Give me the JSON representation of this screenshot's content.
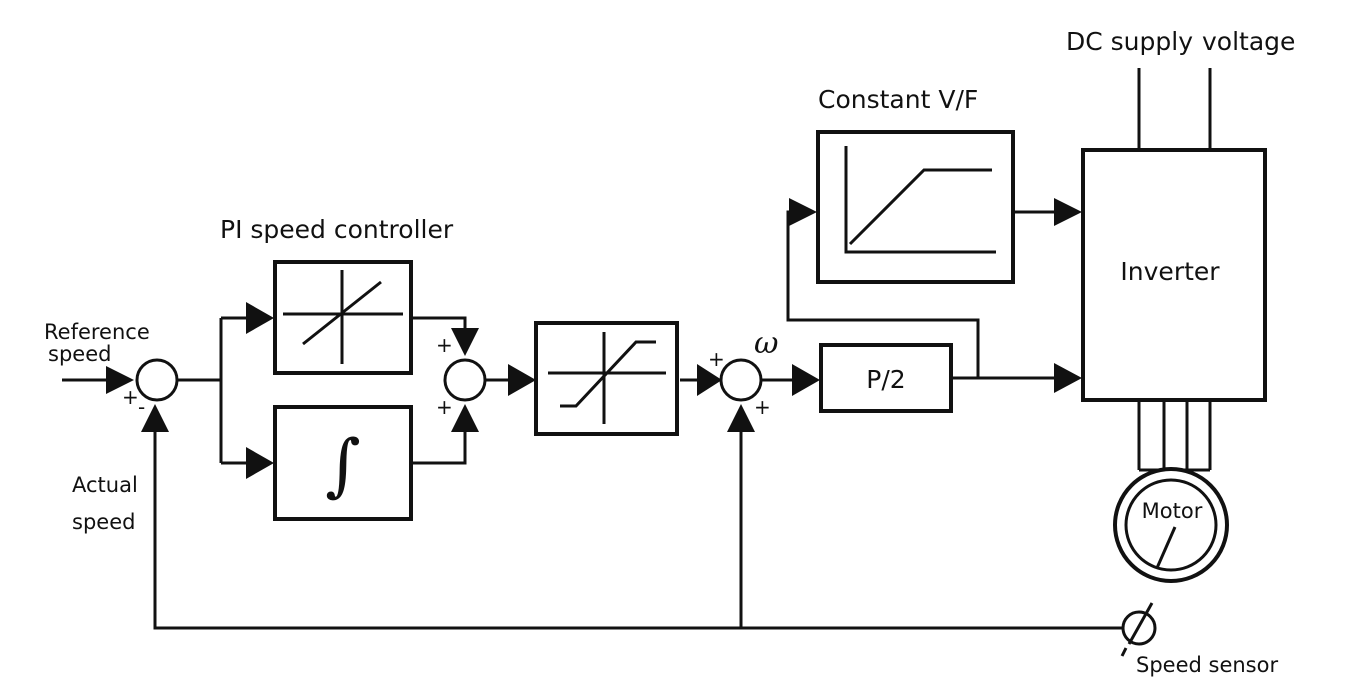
{
  "labels": {
    "dc_supply": "DC supply",
    "voltage": "voltage",
    "constant_vf": "Constant V/F",
    "pi_controller": "PI speed controller",
    "reference_speed_line1": "Reference",
    "reference_speed_line2": "speed",
    "actual_speed_line1": "Actual",
    "actual_speed_line2": "speed",
    "inverter": "Inverter",
    "motor": "Motor",
    "speed_sensor": "Speed sensor",
    "p_over_2": "P/2",
    "omega": "ω",
    "integral": "∫"
  },
  "signs": {
    "sum1_ref": "+",
    "sum1_fb": "-",
    "sum2_top": "+",
    "sum2_bottom": "+",
    "sum3_left": "+",
    "sum3_bottom": "+"
  }
}
